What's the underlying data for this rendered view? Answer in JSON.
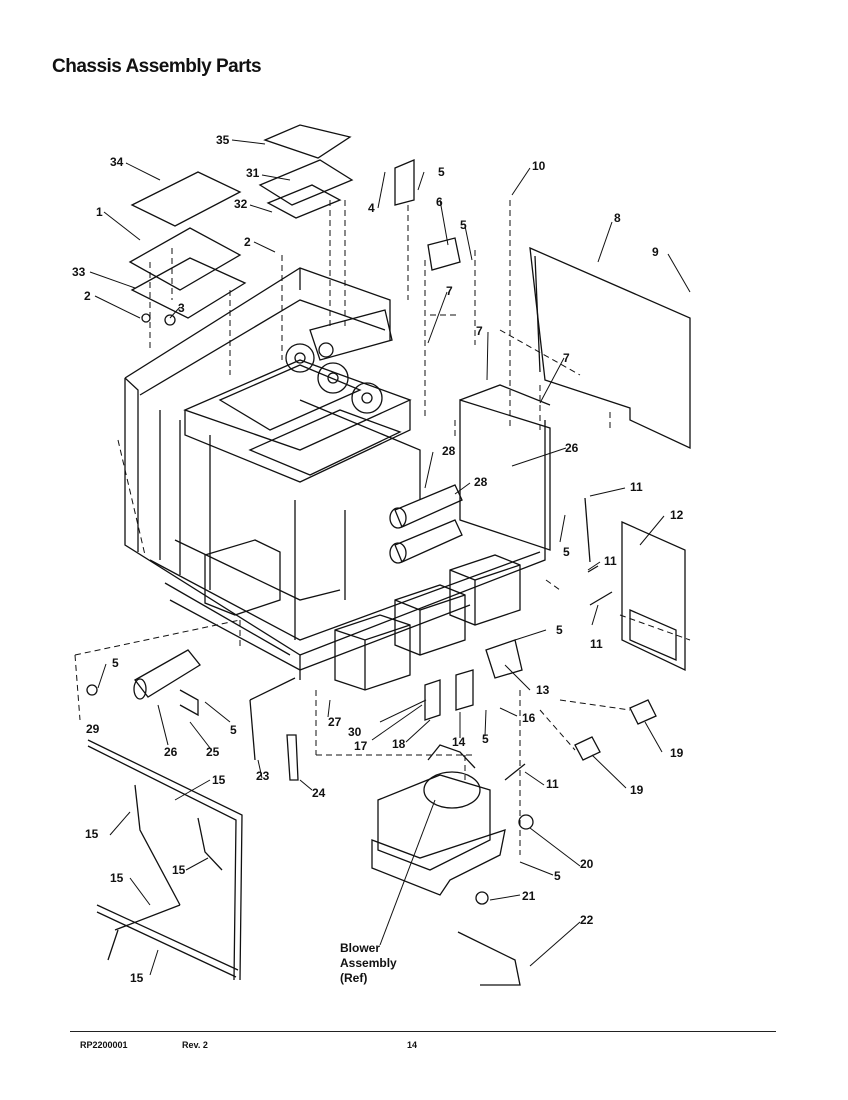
{
  "title": "Chassis Assembly Parts",
  "callouts": [
    "1",
    "2",
    "3",
    "4",
    "5",
    "6",
    "7",
    "8",
    "9",
    "10",
    "11",
    "12",
    "13",
    "14",
    "15",
    "16",
    "17",
    "18",
    "19",
    "20",
    "21",
    "22",
    "23",
    "24",
    "25",
    "26",
    "27",
    "28",
    "29",
    "30",
    "31",
    "32",
    "33",
    "34",
    "35"
  ],
  "blower_label": [
    "Blower",
    "Assembly",
    "(Ref)"
  ],
  "footer": {
    "doc_number": "RP2200001",
    "revision": "Rev. 2",
    "page": "14"
  }
}
